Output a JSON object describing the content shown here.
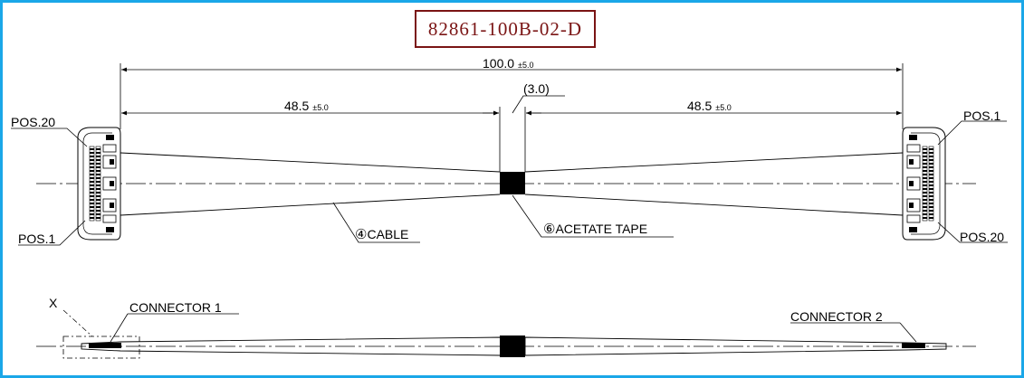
{
  "part_number": "82861-100B-02-D",
  "dimensions": {
    "overall": {
      "value": "100.0",
      "tolerance": "±5.0"
    },
    "left": {
      "value": "48.5",
      "tolerance": "±5.0"
    },
    "right": {
      "value": "48.5",
      "tolerance": "±5.0"
    },
    "tape_width": "(3.0)"
  },
  "labels": {
    "pos20_left": "POS.20",
    "pos1_left": "POS.1",
    "pos1_right": "POS.1",
    "pos20_right": "POS.20",
    "cable_num": "④",
    "cable": "CABLE",
    "tape_num": "⑥",
    "tape": "ACETATE TAPE",
    "x_mark": "X",
    "connector1": "CONNECTOR 1",
    "connector2": "CONNECTOR 2"
  },
  "colors": {
    "frame": "#1aa7e8",
    "part_number": "#7a1414"
  }
}
